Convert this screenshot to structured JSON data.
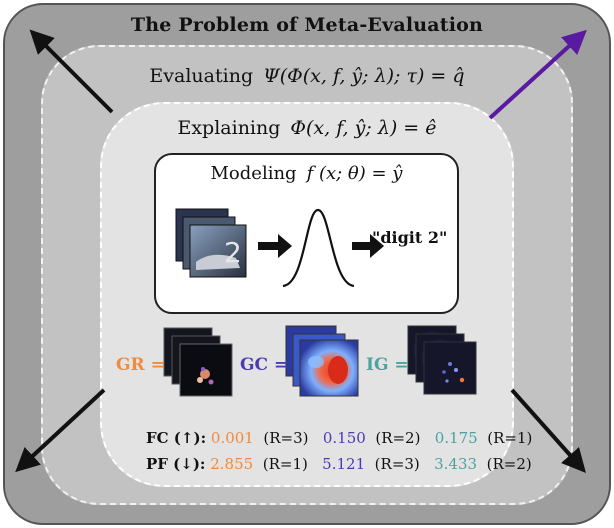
{
  "title": "The Problem of Meta-Evaluation",
  "evaluating": {
    "label": "Evaluating",
    "equation": "Ψ(Φ(x, f, ŷ; λ); τ) = q̂"
  },
  "explaining": {
    "label": "Explaining",
    "equation": "Φ(x, f, ŷ; λ) = ê"
  },
  "modeling": {
    "label": "Modeling",
    "equation": "f (x; θ) = ŷ",
    "prediction": "\"digit 2\""
  },
  "methods": [
    {
      "name": "GR",
      "label": "GR =",
      "color": "#f08a3c"
    },
    {
      "name": "GC",
      "label": "GC =",
      "color": "#4a3cb0"
    },
    {
      "name": "IG",
      "label": "IG =",
      "color": "#4aa3a0"
    }
  ],
  "metrics": [
    {
      "label": "FC (↑):",
      "values": [
        {
          "value": "0.001",
          "rank": "(R=3)"
        },
        {
          "value": "0.150",
          "rank": "(R=2)"
        },
        {
          "value": "0.175",
          "rank": "(R=1)"
        }
      ]
    },
    {
      "label": "PF (↓):",
      "values": [
        {
          "value": "2.855",
          "rank": "(R=1)"
        },
        {
          "value": "5.121",
          "rank": "(R=3)"
        },
        {
          "value": "3.433",
          "rank": "(R=2)"
        }
      ]
    }
  ],
  "colors": {
    "outer": "#9e9e9e",
    "middle": "#c2c2c2",
    "inner": "#e3e3e3",
    "highlight_arrow": "#5a1aa0"
  }
}
